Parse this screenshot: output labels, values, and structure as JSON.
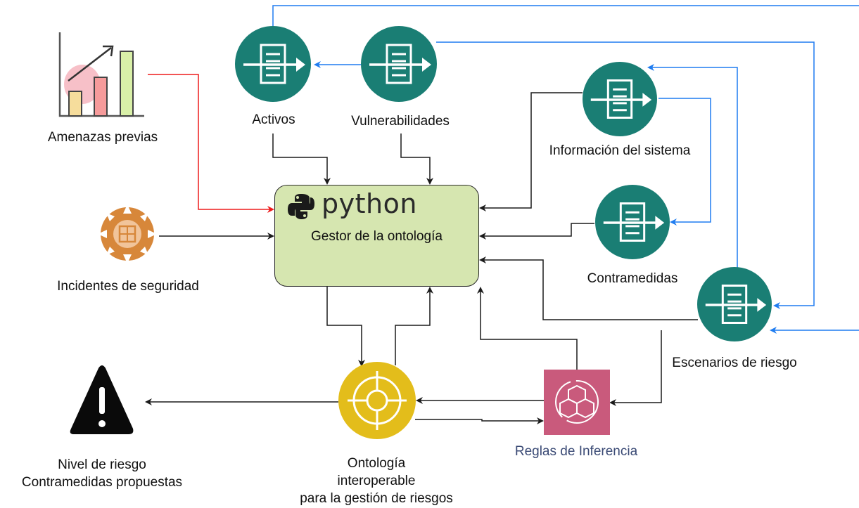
{
  "nodes": {
    "amenazas": {
      "label": "Amenazas previas"
    },
    "incidentes": {
      "label": "Incidentes de seguridad"
    },
    "activos": {
      "label": "Activos"
    },
    "vulnerabilidades": {
      "label": "Vulnerabilidades"
    },
    "informacion": {
      "label": "Información del sistema"
    },
    "contramedidas": {
      "label": "Contramedidas"
    },
    "escenarios": {
      "label": "Escenarios de riesgo"
    },
    "gestor": {
      "logo_text": "python",
      "label": "Gestor de la ontología"
    },
    "ontologia": {
      "line1": "Ontología",
      "line2": "interoperable",
      "line3": "para la gestión de riesgos"
    },
    "reglas": {
      "label": "Reglas de Inferencia"
    },
    "nivel": {
      "line1": "Nivel de riesgo",
      "line2": "Contramedidas propuestas"
    }
  },
  "colors": {
    "service_teal": "#1a7e74",
    "gestor_fill": "#d6e6b0",
    "ontology_gold": "#e3bd1b",
    "rules_pink": "#c95a7c",
    "incident_orange": "#d7873a",
    "arrow_black": "#1a1a1a",
    "arrow_blue": "#1f7cf0",
    "arrow_red": "#ee1b1b"
  }
}
